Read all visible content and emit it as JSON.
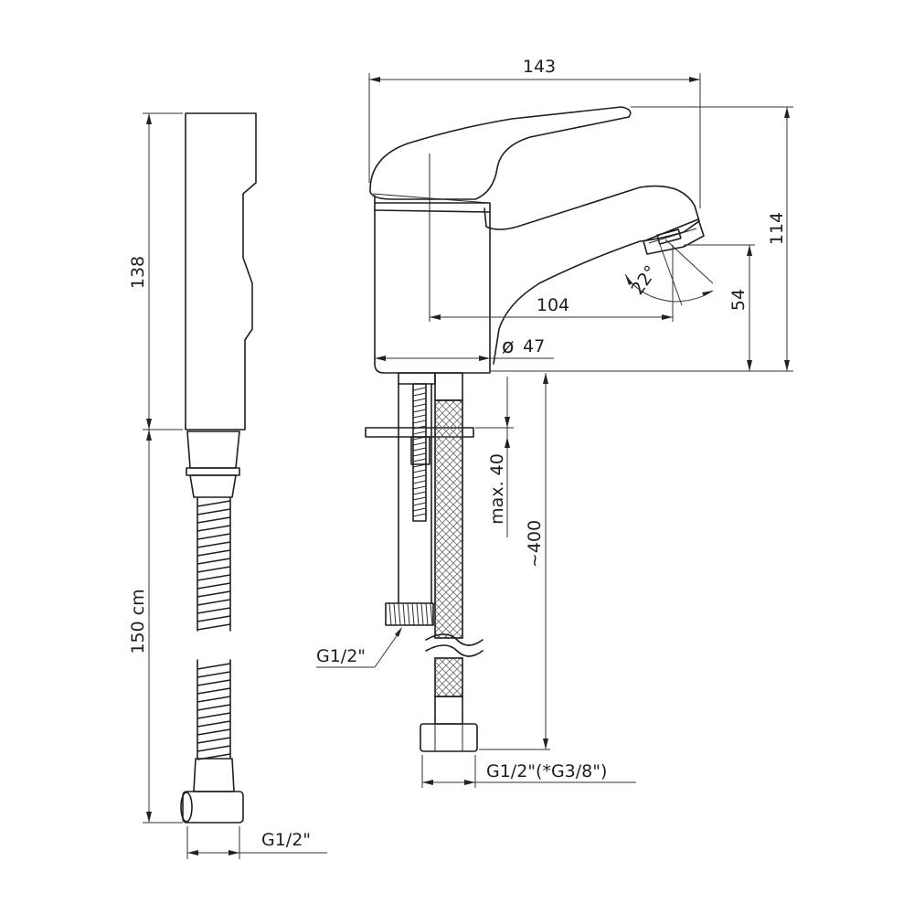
{
  "shower_head": {
    "dim_length": "138",
    "dim_hose": "150 cm",
    "dim_thread": "G1/2\""
  },
  "faucet": {
    "dim_width": "143",
    "dim_height": "114",
    "dim_spout_reach": "104",
    "dim_spout_height": "54",
    "dim_angle": "22°",
    "dim_body_diameter": "47",
    "diameter_symbol": "ø",
    "dim_max_thickness": "max. 40",
    "dim_hose_length": "~400",
    "dim_stud_thread": "G1/2\"",
    "dim_hose_thread": "G1/2\"(*G3/8\")"
  }
}
